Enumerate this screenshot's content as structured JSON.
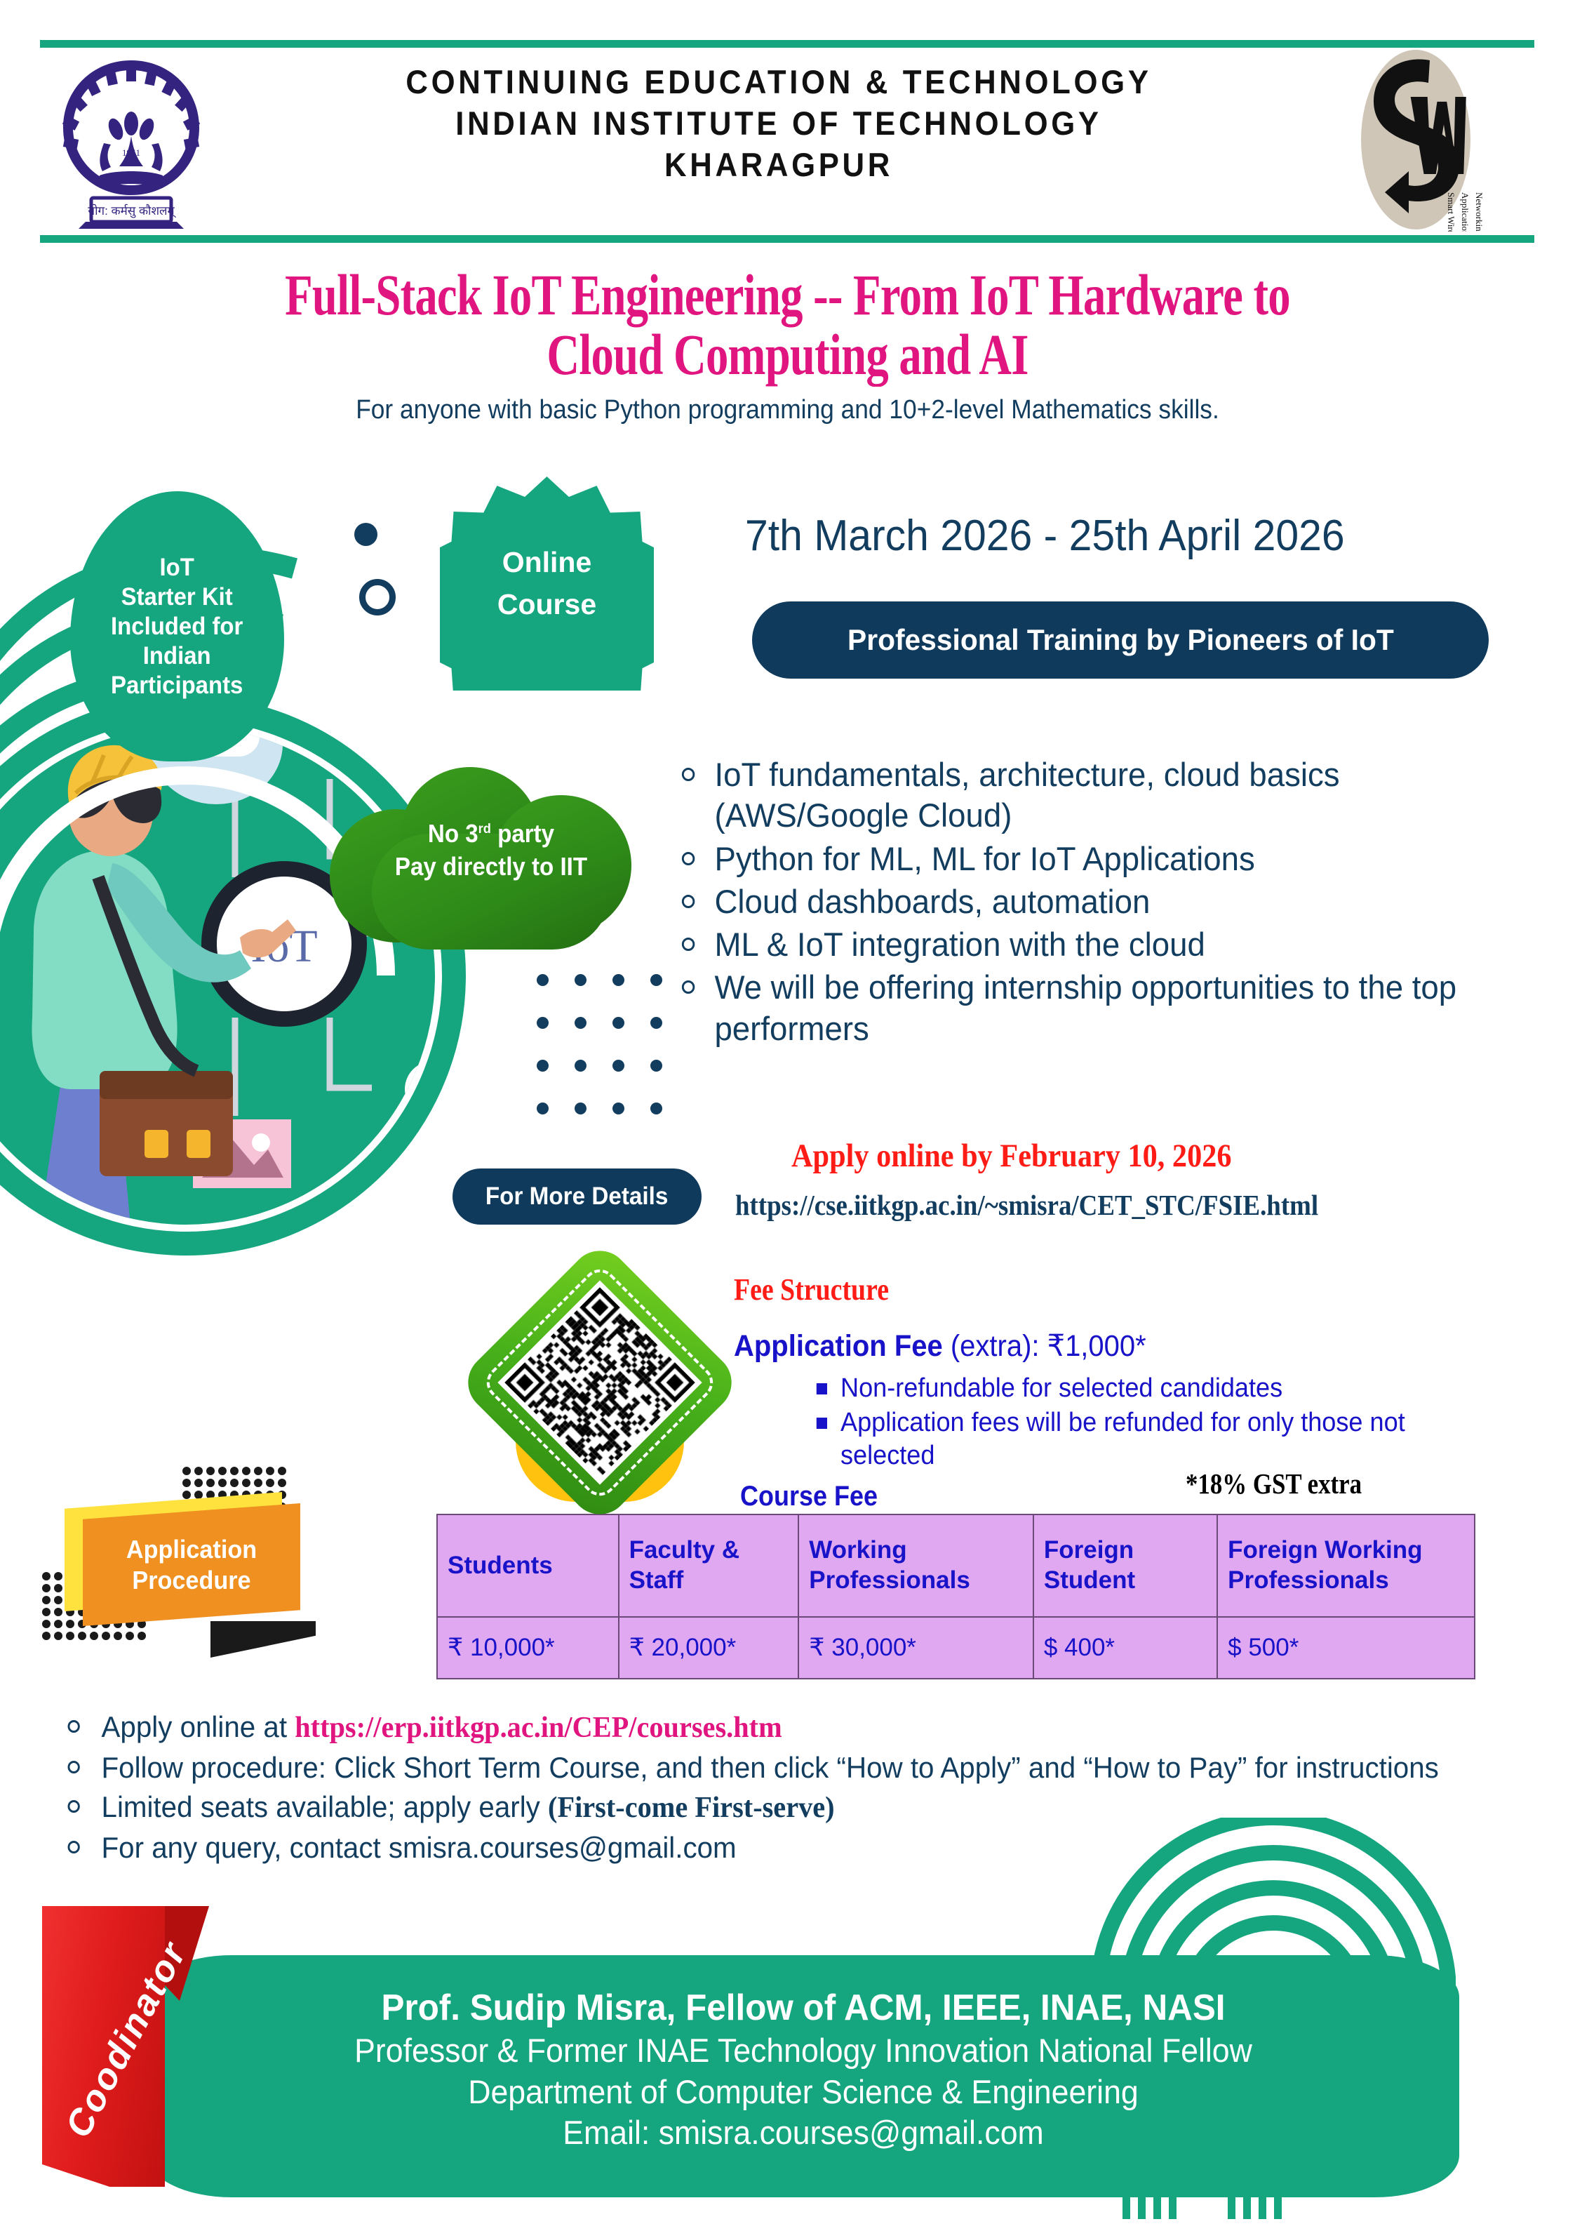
{
  "header": {
    "org_line1": "CONTINUING EDUCATION & TECHNOLOGY",
    "org_line2": "INDIAN INSTITUTE OF TECHNOLOGY",
    "org_line3": "KHARAGPUR",
    "left_logo": "iit-kharagpur-crest",
    "right_logo": "saw-smart-wireless-applications-networking-logo"
  },
  "title": {
    "line1": "Full-Stack IoT Engineering -- From IoT Hardware to",
    "line2": "Cloud Computing and AI",
    "subtitle": "For anyone with basic Python programming and 10+2-level Mathematics skills."
  },
  "badges": {
    "kit": "IoT\nStarter Kit\nIncluded for\nIndian\nParticipants",
    "online": "Online\nCourse",
    "no_third_party": "No 3rd party\nPay directly to IIT",
    "no_third_party_line1_pre": "No 3",
    "no_third_party_line1_sup": "rd",
    "no_third_party_line1_post": " party",
    "no_third_party_line2": "Pay directly to IIT",
    "more_details": "For More Details",
    "application_procedure": "Application\nProcedure",
    "coordinator_ribbon": "Coodinator"
  },
  "schedule": {
    "dates": "7th March 2026 - 25th April 2026",
    "training_pill": "Professional Training by Pioneers of IoT"
  },
  "topics": [
    "IoT fundamentals, architecture, cloud basics (AWS/Google Cloud)",
    "Python for ML, ML for IoT Applications",
    "Cloud dashboards, automation",
    "ML & IoT integration with the cloud",
    "We will be offering internship opportunities to the top performers"
  ],
  "apply": {
    "deadline": "Apply online by February 10, 2026",
    "url": "https://cse.iitkgp.ac.in/~smisra/CET_STC/FSIE.html"
  },
  "fees": {
    "section_title": "Fee Structure",
    "application_fee_label": "Application Fee",
    "application_fee_rest": "(extra): ₹1,000*",
    "notes": [
      "Non-refundable for selected candidates",
      "Application fees will be refunded for only those not selected"
    ],
    "gst_note": "*18% GST extra",
    "course_fee_label": "Course Fee",
    "table": {
      "headers": [
        "Students",
        "Faculty & Staff",
        "Working Professionals",
        "Foreign Student",
        "Foreign Working Professionals"
      ],
      "values": [
        "₹ 10,000*",
        "₹ 20,000*",
        "₹ 30,000*",
        "$ 400*",
        "$ 500*"
      ]
    }
  },
  "procedure": {
    "item1_pre": "Apply online at ",
    "item1_link": "https://erp.iitkgp.ac.in/CEP/courses.htm",
    "item2": "Follow procedure: Click Short Term Course, and then click “How to Apply” and “How to Pay” for instructions",
    "item3_pre": "Limited seats available; apply early ",
    "item3_bold": "(First-come First-serve)",
    "item4": "For any query, contact smisra.courses@gmail.com"
  },
  "coordinator": {
    "name": "Prof. Sudip Misra, Fellow of ACM, IEEE, INAE, NASI",
    "role": "Professor & Former INAE Technology Innovation National Fellow",
    "dept": "Department of Computer Science & Engineering",
    "email": "Email: smisra.courses@gmail.com"
  },
  "colors": {
    "green": "#16a67f",
    "navy": "#103a5c",
    "pink": "#e0157f",
    "red": "#ff1c16",
    "blue": "#1812c8",
    "table_bg": "#e0a8f0",
    "orange": "#ef9021",
    "yellow": "#ffe23d",
    "ribbon_red": "#e01c1c"
  }
}
